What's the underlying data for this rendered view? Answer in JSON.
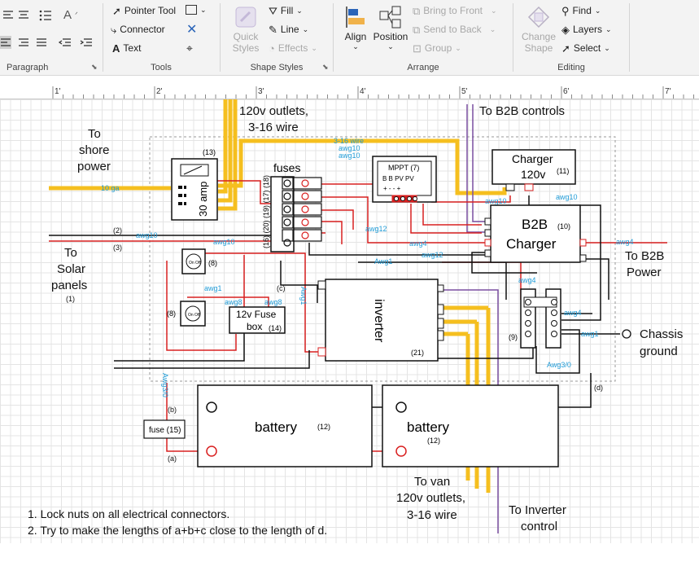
{
  "ribbon": {
    "paragraph": {
      "label": "Paragraph"
    },
    "tools": {
      "label": "Tools",
      "pointer_tool": "Pointer Tool",
      "connector": "Connector",
      "text": "Text"
    },
    "shape_styles": {
      "label": "Shape Styles",
      "quick_styles": "Quick Styles",
      "fill": "Fill",
      "line": "Line",
      "effects": "Effects"
    },
    "arrange": {
      "label": "Arrange",
      "align": "Align",
      "position": "Position",
      "bring_to_front": "Bring to Front",
      "send_to_back": "Send to Back",
      "group": "Group"
    },
    "editing": {
      "label": "Editing",
      "change_shape": "Change Shape",
      "find": "Find",
      "layers": "Layers",
      "select": "Select"
    }
  },
  "ruler": {
    "marks": [
      "1'",
      "2'",
      "3'",
      "4'",
      "5'",
      "6'",
      "7'"
    ]
  },
  "diagram": {
    "labels": {
      "outlets_top": "120v outlets,",
      "outlets_top_2": "3-16 wire",
      "shore_1": "To",
      "shore_2": "shore",
      "shore_3": "power",
      "b2b_controls": "To B2B controls",
      "fuses": "fuses",
      "mppt": "MPPT (7)",
      "mppt_row1": "B  B  PV  PV",
      "mppt_row2": "+  -   -    +",
      "charger": "Charger",
      "charger_2": "120v",
      "charger_num": "(11)",
      "b2b_1": "B2B",
      "b2b_2": "Charger",
      "b2b_num": "(10)",
      "amp30": "30 amp",
      "num13": "(13)",
      "solar_1": "To",
      "solar_2": "Solar",
      "solar_3": "panels",
      "num1": "(1)",
      "num2": "(2)",
      "num3": "(3)",
      "num8a": "(8)",
      "num8b": "(8)",
      "sw_on_off": "On Off",
      "fusebox_1": "12v Fuse",
      "fusebox_2": "box",
      "fusebox_num": "(14)",
      "inverter": "inverter",
      "inverter_num": "(21)",
      "b2b_power_1": "To B2B",
      "b2b_power_2": "Power",
      "chassis_1": "Chassis",
      "chassis_2": "ground",
      "num9": "(9)",
      "lbl_c": "(c)",
      "lbl_b": "(b)",
      "lbl_a": "(a)",
      "lbl_d": "(d)",
      "fuse15": "fuse (15)",
      "battery": "battery",
      "battery_num": "(12)",
      "van_1": "To van",
      "van_2": "120v outlets,",
      "van_3": "3-16 wire",
      "inv_ctrl_1": "To Inverter",
      "inv_ctrl_2": "control",
      "fuse_nums": "(16) (20) (19) (17) (18)"
    },
    "wire_labels": {
      "w_316": "3-16 wire",
      "w_awg10a": "awg10",
      "w_awg10b": "awg10",
      "w_10ga": "10 ga",
      "w_awg10c": "awg10",
      "w_awg10d": "awg10",
      "w_awg10e": "awg10",
      "w_awg10f": "awg10",
      "w_awg12a": "awg12",
      "w_awg12b": "awg12",
      "w_awg4a": "awg4",
      "w_awg4b": "awg4",
      "w_awg4c": "awg4",
      "w_awg4d": "awg4",
      "w_Awg1": "Awg1",
      "w_awg1": "awg1",
      "w_awg1b": "awg1",
      "w_awg8a": "awg8",
      "w_awg8b": "awg8",
      "w_Awg1v": "Awg1",
      "w_awg30v": "Awg3/0",
      "w_awg30": "Awg3/0"
    },
    "notes": [
      "1. Lock nuts on all electrical connectors.",
      "2. Try to make the lengths of a+b+c close to the length of d."
    ]
  },
  "colors": {
    "yellow": "#f5bf1f",
    "red": "#d92020",
    "purple": "#7a4fa0",
    "wire_label": "#1e9bd7"
  }
}
